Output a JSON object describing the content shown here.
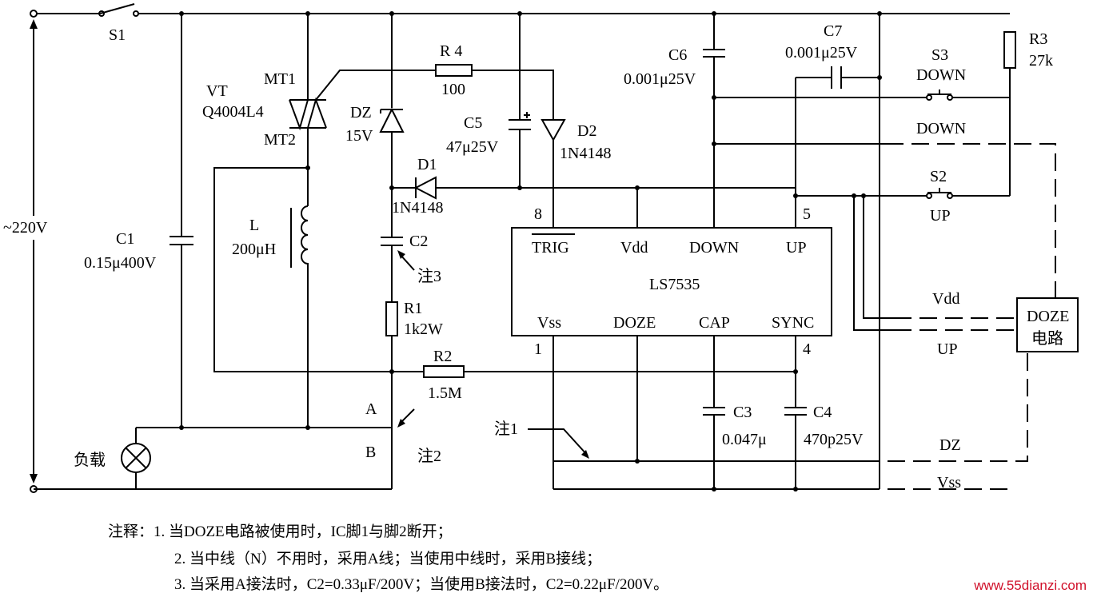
{
  "labels": {
    "s1": "S1",
    "mains": "~220V",
    "c1": "C1",
    "c1_val": "0.15μ400V",
    "vt": "VT",
    "vt_part": "Q4004L4",
    "mt1": "MT1",
    "mt2": "MT2",
    "l": "L",
    "l_val": "200μH",
    "dz": "DZ",
    "dz_val": "15V",
    "r4": "R 4",
    "r4_val": "100",
    "c5": "C5",
    "c5_val": "47μ25V",
    "d2": "D2",
    "d2_part": "1N4148",
    "d1": "D1",
    "d1_part": "1N4148",
    "c2": "C2",
    "note3_ref": "注3",
    "r1": "R1",
    "r1_val": "1k2W",
    "r2": "R2",
    "r2_val": "1.5M",
    "a": "A",
    "b": "B",
    "note2_ref": "注2",
    "load": "负载",
    "c6": "C6",
    "c6_val": "0.001μ25V",
    "c7": "C7",
    "c7_val": "0.001μ25V",
    "s3": "S3",
    "s3_label": "DOWN",
    "r3": "R3",
    "r3_val": "27k",
    "down_line": "DOWN",
    "s2": "S2",
    "s2_label": "UP",
    "pin8": "8",
    "pin5": "5",
    "pin1": "1",
    "pin4": "4",
    "ic_trig": "TRIG",
    "ic_vdd": "Vdd",
    "ic_down": "DOWN",
    "ic_up": "UP",
    "ic_name": "LS7535",
    "ic_vss": "Vss",
    "ic_doze": "DOZE",
    "ic_cap": "CAP",
    "ic_sync": "SYNC",
    "vdd_line": "Vdd",
    "up_line": "UP",
    "doze_box_1": "DOZE",
    "doze_box_2": "电路",
    "c3": "C3",
    "c3_val": "0.047μ",
    "c4": "C4",
    "c4_val": "470p25V",
    "note1_ref": "注1",
    "dz_line": "DZ",
    "vss_line": "Vss"
  },
  "notes": [
    "注释：1. 当DOZE电路被使用时，IC脚1与脚2断开；",
    "2. 当中线（N）不用时，采用A线；当使用中线时，采用B接线；",
    "3. 当采用A接法时，C2=0.33μF/200V；当使用B接法时，C2=0.22μF/200V。"
  ],
  "watermark": "www.55dianzi.com"
}
